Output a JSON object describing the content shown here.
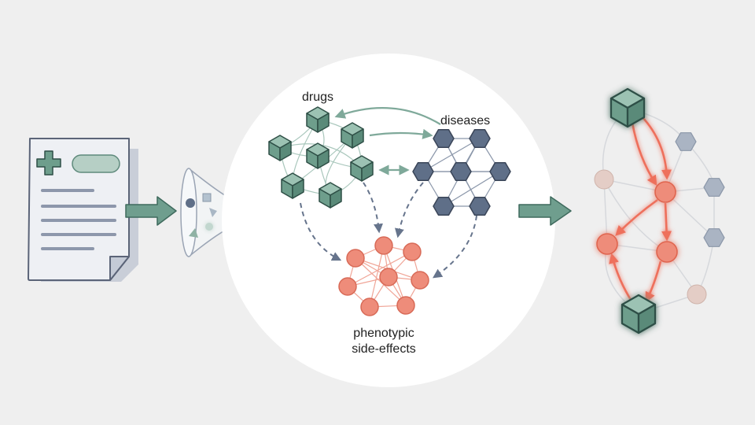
{
  "labels": {
    "drugs": "drugs",
    "diseases": "diseases",
    "side_effects_line1": "phenotypic",
    "side_effects_line2": "side-effects"
  },
  "colors": {
    "background": "#efefef",
    "panel": "#ffffff",
    "drug_cube": "#6e9e8c",
    "disease_hex": "#5f6f88",
    "side_effect": "#ee8c7a",
    "arrow_teal": "#6a9c8c",
    "dash_arrow": "#66748c",
    "highlight_path": "#ee6f5c"
  },
  "icons": {
    "document": "clinical-document-icon",
    "funnel": "filter-funnel-icon",
    "arrows": "right-arrow-icon"
  }
}
